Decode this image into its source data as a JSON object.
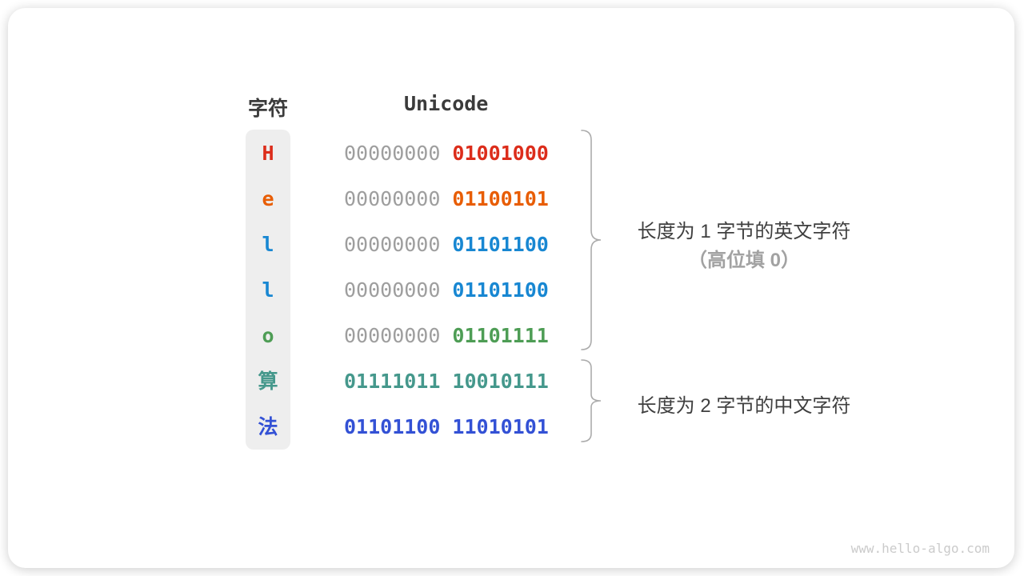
{
  "page": {
    "watermark": "www.hello-algo.com"
  },
  "colors": {
    "red": "#dc2d1b",
    "orange": "#e85d04",
    "blue": "#1887d2",
    "green": "#4e9d55",
    "teal": "#45988c",
    "indigo": "#3351d5",
    "gray_byte": "#9e9e9e",
    "heading": "#3b3b3b",
    "annotation": "#3f3f3f",
    "annotation_muted": "#a2a2a2",
    "column_bg": "#eeeeee",
    "brace": "#ababab",
    "watermark": "#cbcbcb"
  },
  "table": {
    "char_header": "字符",
    "unicode_header": "Unicode",
    "rows": [
      {
        "char": "H",
        "char_color": "#dc2d1b",
        "byte1": "00000000",
        "byte1_color": "#9e9e9e",
        "byte2": "01001000",
        "byte2_color": "#dc2d1b"
      },
      {
        "char": "e",
        "char_color": "#e85d04",
        "byte1": "00000000",
        "byte1_color": "#9e9e9e",
        "byte2": "01100101",
        "byte2_color": "#e85d04"
      },
      {
        "char": "l",
        "char_color": "#1887d2",
        "byte1": "00000000",
        "byte1_color": "#9e9e9e",
        "byte2": "01101100",
        "byte2_color": "#1887d2"
      },
      {
        "char": "l",
        "char_color": "#1887d2",
        "byte1": "00000000",
        "byte1_color": "#9e9e9e",
        "byte2": "01101100",
        "byte2_color": "#1887d2"
      },
      {
        "char": "o",
        "char_color": "#4e9d55",
        "byte1": "00000000",
        "byte1_color": "#9e9e9e",
        "byte2": "01101111",
        "byte2_color": "#4e9d55"
      },
      {
        "char": "算",
        "char_color": "#45988c",
        "byte1": "01111011",
        "byte1_color": "#45988c",
        "byte2": "10010111",
        "byte2_color": "#45988c"
      },
      {
        "char": "法",
        "char_color": "#3351d5",
        "byte1": "01101100",
        "byte1_color": "#3351d5",
        "byte2": "11010101",
        "byte2_color": "#3351d5"
      }
    ]
  },
  "annotations": {
    "english_group_line1": "长度为 1 字节的英文字符",
    "english_group_line2": "（高位填 0）",
    "chinese_group": "长度为 2 字节的中文字符"
  }
}
